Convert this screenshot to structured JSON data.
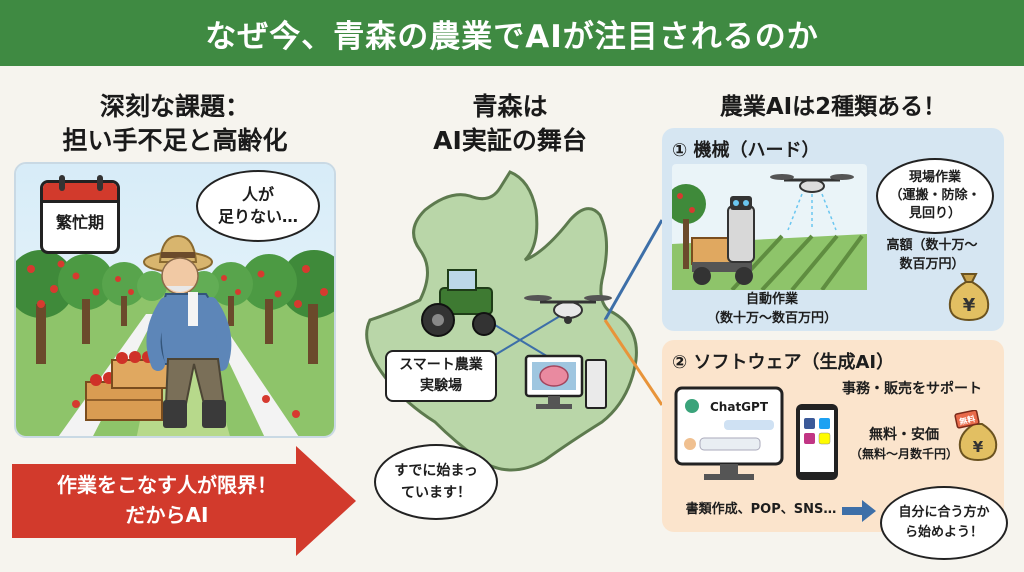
{
  "header": {
    "title": "なぜ今、青森の農業でAIが注目されるのか"
  },
  "left": {
    "title_line1": "深刻な課題：",
    "title_line2": "担い手不足と高齢化",
    "calendar_label": "繁忙期",
    "speech_line1": "人が",
    "speech_line2": "足りない…",
    "arrow_line1": "作業をこなす人が限界！",
    "arrow_line2": "だからAI"
  },
  "center": {
    "title_line1": "青森は",
    "title_line2": "AI実証の舞台",
    "sign_line1": "スマート農業",
    "sign_line2": "実験場",
    "speech_line1": "すでに始まっ",
    "speech_line2": "ています！"
  },
  "right": {
    "title": "農業AIは2種類ある！",
    "hard": {
      "title": "① 機械（ハード）",
      "bubble_line1": "現場作業",
      "bubble_line2": "（運搬・防除・",
      "bubble_line3": "見回り）",
      "price_line1": "高額（数十万〜",
      "price_line2": "数百万円）",
      "caption_line1": "自動作業",
      "caption_line2": "（数十万〜数百万円）",
      "money_symbol": "¥"
    },
    "soft": {
      "title": "② ソフトウェア（生成AI）",
      "support": "事務・販売をサポート",
      "app_name": "ChatGPT",
      "price_line1": "無料・安価",
      "price_line2": "（無料〜月数千円）",
      "tag": "無料",
      "money_symbol": "¥",
      "docs": "書類作成、POP、SNS…",
      "bubble_line1": "自分に合う方か",
      "bubble_line2": "ら始めよう！"
    }
  },
  "colors": {
    "header": "#3f8a42",
    "arrow": "#d23a2c",
    "map": "#b9d6a8",
    "hard_panel": "#d6e6f2",
    "soft_panel": "#fbe4cc"
  }
}
